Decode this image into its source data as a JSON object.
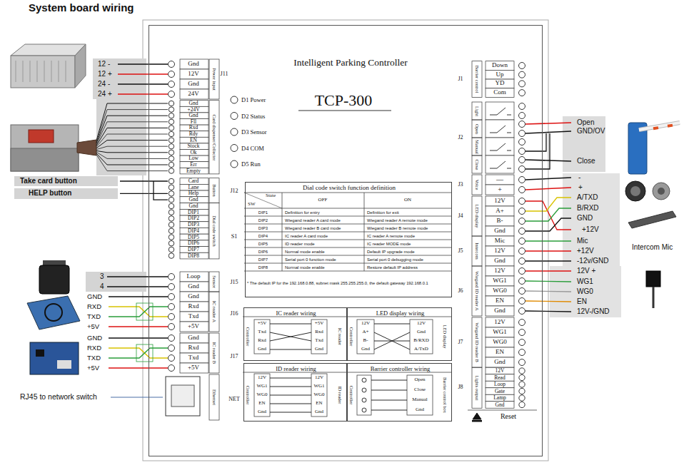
{
  "diagram": {
    "title": "System board wiring",
    "nodes": [
      {
        "text": [
          "Intelligent Parking Controller",
          "TCP-300"
        ]
      },
      {
        "text": [
          "Dial code switch function definition"
        ],
        "in": 0
      },
      {
        "text": [
          "IC reader wiring"
        ],
        "in": 0
      },
      {
        "text": [
          "LED display wiring"
        ],
        "in": 0
      },
      {
        "text": [
          "ID reader wiring"
        ],
        "in": 0
      },
      {
        "text": [
          "Barrier controller wiring"
        ],
        "in": 0
      }
    ],
    "labels": [
      "12 -",
      "12 +",
      "24 -",
      "24 +",
      "Take card button",
      "HELP button",
      "3",
      "4",
      "GND",
      "RXD",
      "TXD",
      "+5V",
      "GND",
      "RXD",
      "TXD",
      "+5V",
      "RJ45 to network switch",
      "Gnd",
      "12V",
      "Gnd",
      "24V",
      "Gnd",
      "+24V",
      "Gnd",
      "Fll",
      "Rxd",
      "Rdy",
      "EN",
      "Stock",
      "Ok",
      "Low",
      "Err",
      "Empty",
      "Card",
      "Lane",
      "Help",
      "Gnd",
      "Gnd",
      "DIP1",
      "DIP2",
      "DIP3",
      "DIP4",
      "DIP5",
      "DIP6",
      "DIP7",
      "DIP8",
      "Loop",
      "Gnd",
      "Gnd",
      "Rxd",
      "Txd",
      "+5V",
      "Gnd",
      "Rxd",
      "Txd",
      "+5V",
      "Power input",
      "Card dispenser/Collector",
      "Button",
      "Dial code switch",
      "Sensor",
      "IC reader A",
      "IC reader B",
      "Ethernet",
      "J11",
      "J12",
      "S1",
      "J15",
      "J16",
      "J17",
      "NET",
      "D1 Power",
      "D2 Status",
      "D3 Sensor",
      "D4 COM",
      "D5 Run",
      "Down",
      "Up",
      "YD",
      "Com",
      "—",
      "+",
      "12V",
      "A+",
      "B-",
      "Gnd",
      "Mic",
      "12V",
      "Gnd",
      "12V",
      "WG1",
      "WG0",
      "EN",
      "Gnd",
      "12V",
      "WG1",
      "WG0",
      "EN",
      "Gnd",
      "12V",
      "Read",
      "Loop",
      "Gate",
      "Lamp",
      "Gnd",
      "Reset",
      "Barrier control",
      "Light",
      "Open",
      "Manual",
      "Close",
      "Voice",
      "LED display",
      "Intercom",
      "Wiegand ID reader A",
      "Wiegand ID reader B",
      "Lights output",
      "J1",
      "J2",
      "J3",
      "J4",
      "J5",
      "J6",
      "J7",
      "J8",
      "Open",
      "GND/OV",
      "Close",
      "-",
      "+",
      "A/TXD",
      "B/RXD",
      "GND",
      "+12V",
      "Mic",
      "+12V",
      "-12v/GND",
      "12V +",
      "WG1",
      "WG0",
      "EN",
      "12V-/GND",
      "Intercom Mic",
      "SW",
      "State",
      "OFF",
      "ON",
      "DIP1",
      "Definition for entry",
      "Definition for exit",
      "DIP2",
      "Wiegand reader A card mode",
      "Wiegand reader A remote mode",
      "DIP3",
      "Wiegand reader B card mode",
      "Wiegand reader B remote mode",
      "DIP4",
      "IC reader A card mode",
      "IC reader A remote mode",
      "DIP5",
      "ID reader mode",
      "IC reader MODE mode",
      "DIP6",
      "Normal mode enable",
      "Default IP upgrade mode",
      "DIP7",
      "Serial port 0 function mode",
      "Serial port 0 debugging mode",
      "DIP8",
      "Normal mode enable",
      "Restore default IP address",
      "* The default IP for the 192.168.0.88, subnet mask 255.255.255.0, the default gateway 192.168.0.1",
      "Controller",
      "+5V",
      "Txd",
      "Rxd",
      "Gnd",
      "+5V",
      "Rxd",
      "Txd",
      "Gnd",
      "IC reader",
      "Controller",
      "12V",
      "A+",
      "B-",
      "Gnd",
      "12V",
      "Gnd",
      "B/RXD",
      "A/TxD",
      "LED display",
      "Controller",
      "12V",
      "WG1",
      "WG0",
      "EN",
      "Gnd",
      "12V",
      "WG1",
      "WG0",
      "EN",
      "Gnd",
      "ID reader",
      "Controller",
      "Open",
      "Close",
      "Manual",
      "Gnd",
      "Barrier control box"
    ]
  }
}
